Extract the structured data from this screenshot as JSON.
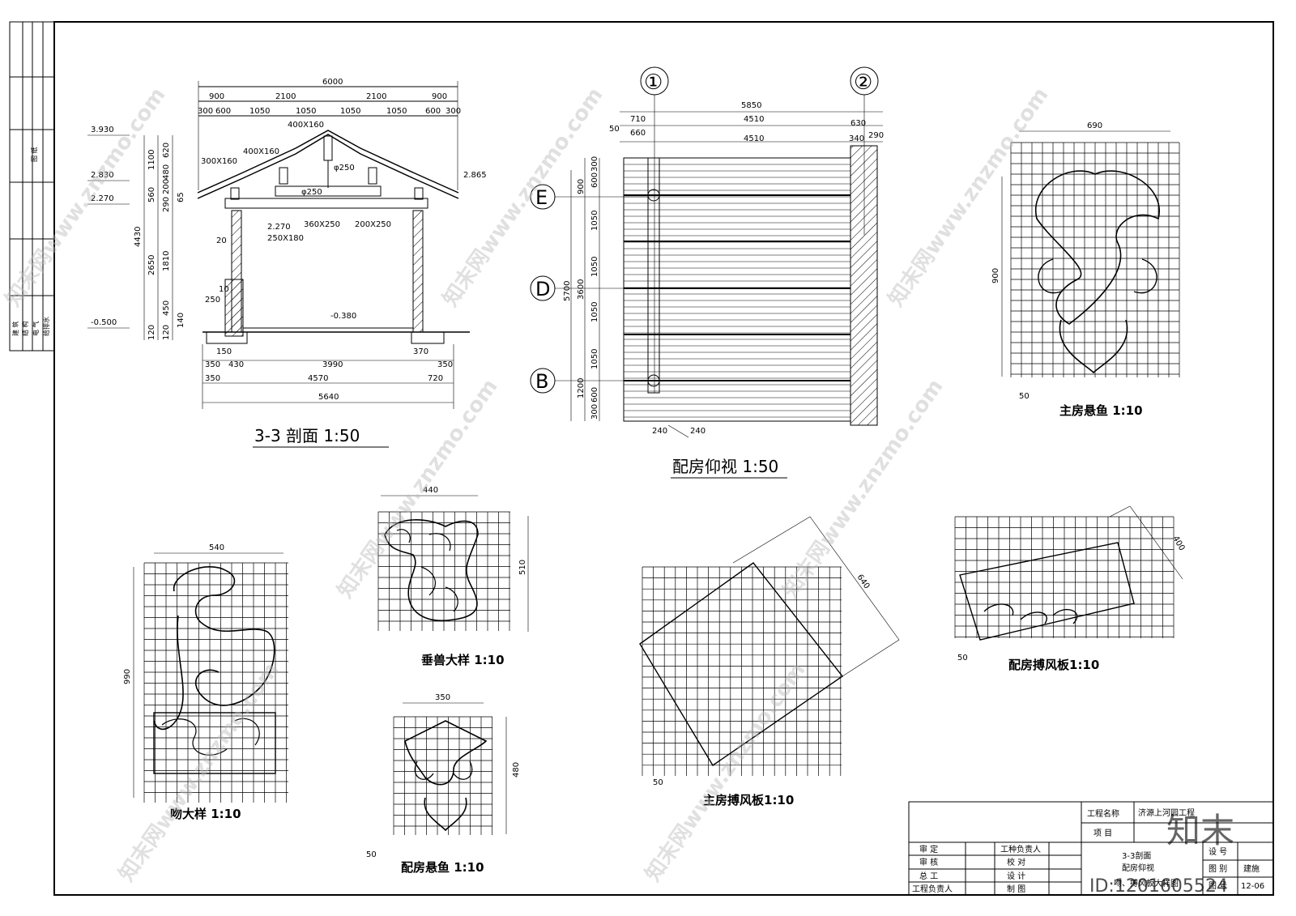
{
  "section_33": {
    "title": "3-3 剖面 1:50",
    "top_dims_row1": [
      "6000"
    ],
    "top_dims_row2": [
      "900",
      "2100",
      "2100",
      "900"
    ],
    "top_dims_row3": [
      "300",
      "600",
      "1050",
      "1050",
      "1050",
      "1050",
      "600",
      "300"
    ],
    "elevations": [
      "3.930",
      "2.830",
      "2.270",
      "-0.500",
      "2.865",
      "-0.380",
      "2.270"
    ],
    "member_labels": [
      "400X160",
      "400X160",
      "300X160",
      "φ250",
      "φ250",
      "360X250",
      "200X250",
      "250X180"
    ],
    "left_dims": [
      "1100",
      "620",
      "480",
      "200",
      "560",
      "290",
      "65",
      "4430",
      "2650",
      "1810",
      "450",
      "120",
      "120",
      "20",
      "10",
      "140",
      "250"
    ],
    "bottom_dims_row1": [
      "150",
      "370"
    ],
    "bottom_dims_row2": [
      "350",
      "430",
      "3990",
      "350"
    ],
    "bottom_dims_row3": [
      "350",
      "4570",
      "720"
    ],
    "bottom_dims_row4": [
      "5640"
    ]
  },
  "reflected_plan": {
    "title": "配房仰视 1:50",
    "axis_cols": [
      "①",
      "②"
    ],
    "axis_rows": [
      "E",
      "D",
      "B"
    ],
    "top_dims": [
      "5850",
      "710",
      "4510",
      "630",
      "50",
      "660",
      "4510",
      "340",
      "290"
    ],
    "left_dims": [
      "300",
      "600",
      "900",
      "1050",
      "1050",
      "3600",
      "1050",
      "5700",
      "1050",
      "1200",
      "600",
      "300"
    ],
    "bottom_dims": [
      "240",
      "240"
    ]
  },
  "main_fish": {
    "title": "主房悬鱼 1:10",
    "w": "690",
    "h": "900",
    "grid": "50"
  },
  "ridge_beast": {
    "title": "垂兽大样 1:10",
    "w": "440",
    "h": "510"
  },
  "kiss": {
    "title": "吻大样 1:10",
    "w": "540",
    "h": "990"
  },
  "side_fish": {
    "title": "配房悬鱼 1:10",
    "w": "350",
    "h": "480",
    "grid": "50"
  },
  "main_board": {
    "title": "主房搏风板1:10",
    "dim": "640",
    "grid": "50"
  },
  "side_board": {
    "title": "配房搏风板1:10",
    "dim": "400",
    "grid": "50"
  },
  "left_strip": {
    "top_label": "图 纸",
    "items": [
      "建 筑",
      "结 构",
      "电 气",
      "给排水"
    ]
  },
  "title_block": {
    "project_name_label": "工程名称",
    "project_name": "济源上河园工程",
    "item_label": "项 目",
    "roles_left": [
      "审 定",
      "审 核",
      "总 工",
      "工程负责人"
    ],
    "roles_mid": [
      "工种负责人",
      "校 对",
      "设 计",
      "制 图"
    ],
    "drawing_title": [
      "3-3剖面",
      "配房仰视",
      "吻、搏风板大样图"
    ],
    "sheet_labels": [
      "设 号",
      "图 别",
      "图 号"
    ],
    "sheet_values": [
      "",
      "建施",
      "12-06"
    ]
  },
  "watermark": {
    "brand": "知末",
    "id": "ID:1201605524",
    "site": "知末网www.znzmo.com"
  },
  "colors": {
    "line": "#000000",
    "paper": "#ffffff",
    "watermark": "#bbbbbb"
  }
}
